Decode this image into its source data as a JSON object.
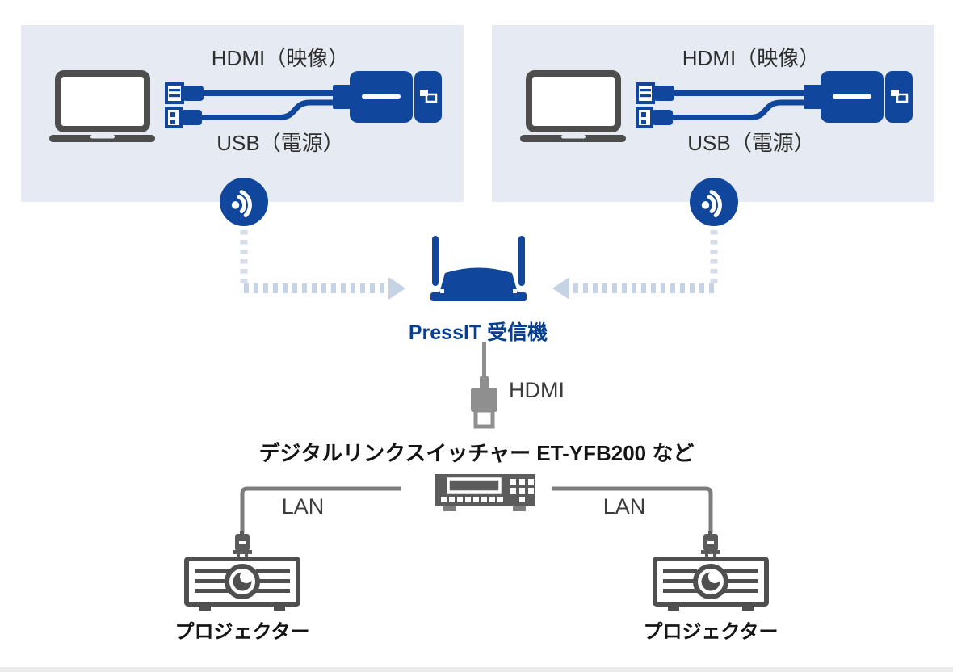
{
  "senders": [
    {
      "hdmi_label": "HDMI（映像）",
      "usb_label": "USB（電源）"
    },
    {
      "hdmi_label": "HDMI（映像）",
      "usb_label": "USB（電源）"
    }
  ],
  "receiver": {
    "name": "PressIT 受信機",
    "output_label": "HDMI"
  },
  "switcher": {
    "name": "デジタルリンクスイッチャー ET-YFB200 など"
  },
  "lan_links": [
    {
      "label": "LAN"
    },
    {
      "label": "LAN"
    }
  ],
  "projectors": [
    {
      "name": "プロジェクター"
    },
    {
      "name": "プロジェクター"
    }
  ],
  "icons": {
    "laptop": "laptop-icon",
    "transmitter": "transmitter-icon",
    "wireless": "wireless-signal-icon",
    "receiver": "receiver-router-icon",
    "hdmi_plug": "hdmi-plug-icon",
    "switcher": "digital-link-switcher-icon",
    "lan_plug": "lan-plug-icon",
    "projector": "projector-icon"
  },
  "colors": {
    "brand_blue": "#10469B",
    "panel_background": "#E6EBF3",
    "wireless_dash": "#C6D3E4",
    "device_gray": "#565656",
    "plug_gray": "#8F8F8F",
    "connection_gray": "#7D7D7D",
    "receiver_text_blue": "#0A3F90",
    "text_dark": "#2E2E2E"
  }
}
